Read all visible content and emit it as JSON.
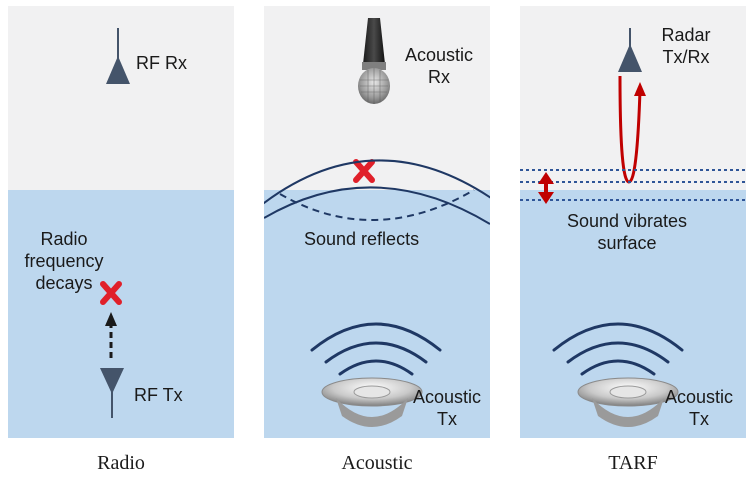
{
  "panels": [
    {
      "caption": "Radio",
      "labels": {
        "rf_rx": "RF Rx",
        "decay_lines": [
          "Radio",
          "frequency",
          "decays"
        ],
        "rf_tx": "RF Tx"
      }
    },
    {
      "caption": "Acoustic",
      "labels": {
        "rx_lines": [
          "Acoustic",
          "Rx"
        ],
        "reflect": "Sound reflects",
        "tx_lines": [
          "Acoustic",
          "Tx"
        ]
      }
    },
    {
      "caption": "TARF",
      "labels": {
        "radar_lines": [
          "Radar",
          "Tx/Rx"
        ],
        "vibrate_lines": [
          "Sound vibrates",
          "surface"
        ],
        "tx_lines": [
          "Acoustic",
          "Tx"
        ]
      }
    }
  ],
  "colors": {
    "air": "#f1f1f2",
    "water": "#bdd7ee",
    "antenna": "#44546a",
    "wave": "#1f3864",
    "cross": "#e0202a",
    "radar_signal": "#c00000"
  },
  "icons": [
    "antenna-icon",
    "microphone-icon",
    "speaker-icon",
    "cross-icon",
    "sound-wave-icon"
  ]
}
